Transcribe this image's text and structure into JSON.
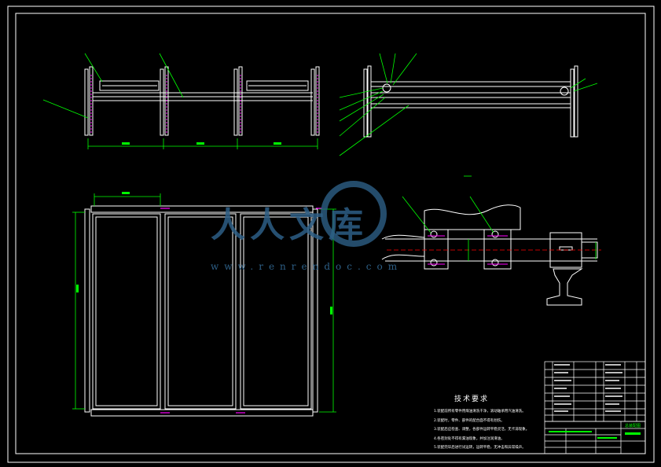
{
  "drawing": {
    "line_color": "#ffffff",
    "dim_color": "#00ff00",
    "accent_color": "#ff00ff",
    "center_color": "#ff0000",
    "watermark_color": "#2d5f86"
  },
  "watermark": {
    "text": "人人文库",
    "url": "www.renrendoc.com"
  },
  "technical_requirements": {
    "title": "技术要求",
    "notes": [
      "1.装配前所有零件用煤油清洗干净，滚动轴承用汽油清洗。",
      "2.装配时，零件、部件的配合面不得有划伤。",
      "3.装配后应检查、调整，各部件运转平稳灵活，无卡滞现象。",
      "4.各密封处不得有漏油现象，并加注润滑油。",
      "5.装配完毕后进行试运转，运转平稳，无冲击和异常噪声。"
    ]
  },
  "title_block": {
    "name": "总装配图"
  }
}
